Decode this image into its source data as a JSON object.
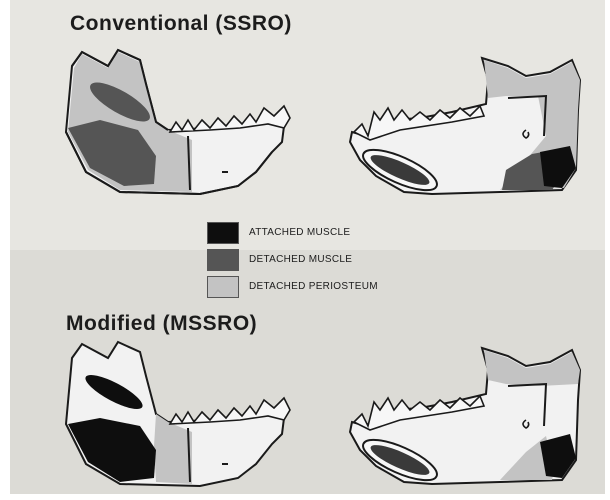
{
  "titles": {
    "conventional": "Conventional (SSRO)",
    "modified": "Modified (MSSRO)"
  },
  "legend": [
    {
      "label": "ATTACHED MUSCLE",
      "color": "#0e0e0e"
    },
    {
      "label": "DETACHED MUSCLE",
      "color": "#555555"
    },
    {
      "label": "DETACHED PERIOSTEUM",
      "color": "#c3c3c3"
    }
  ],
  "colors": {
    "background": "#e7e6e1",
    "bone": "#f2f2f2",
    "outline": "#1a1a1a"
  }
}
